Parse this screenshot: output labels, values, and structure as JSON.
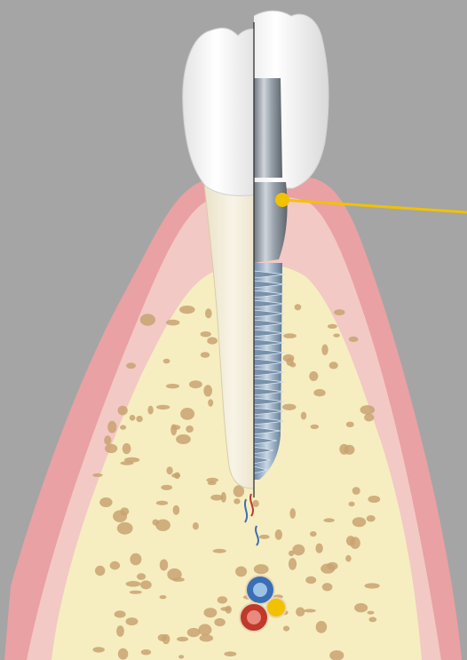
{
  "figure": {
    "background": "#a5a5a5",
    "colors": {
      "gum": "#e99ea0",
      "gum_inner": "#f3c6c3",
      "bone": "#f6eec0",
      "bone_pore": "#c9a271",
      "tooth_root": "#f4efdc",
      "crown": "#f3f3f3",
      "implant_metal": "#9aa6b2",
      "pointer": "#f2c100",
      "nerve_red": "#c0392b",
      "nerve_blue": "#3a6fb5",
      "nerve_yellow": "#f2c100"
    },
    "components": [
      "gum-tissue",
      "jaw-bone",
      "natural-tooth",
      "dental-crown",
      "implant-abutment",
      "implant-screw",
      "neurovascular-bundle",
      "callout-pointer"
    ]
  }
}
